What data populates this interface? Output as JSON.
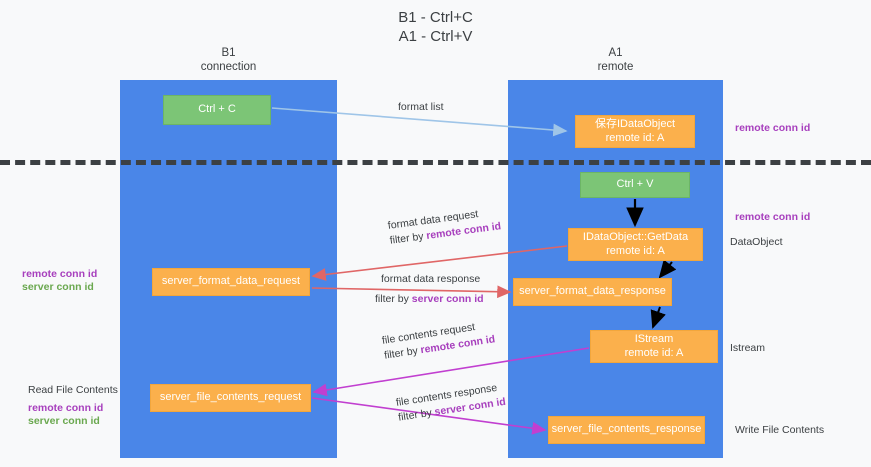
{
  "title": {
    "line1": "B1 - Ctrl+C",
    "line2": "A1 - Ctrl+V"
  },
  "columns": {
    "left": {
      "name": "B1",
      "role": "connection"
    },
    "right": {
      "name": "A1",
      "role": "remote"
    }
  },
  "nodes": {
    "ctrl_c": {
      "label": "Ctrl + C",
      "color": "#7cc576"
    },
    "idataobject": {
      "line1": "保存IDataObject",
      "line2": "remote id: A",
      "color": "#fbb04c"
    },
    "ctrl_v": {
      "label": "Ctrl + V",
      "color": "#7cc576"
    },
    "getdata": {
      "line1": "IDataObject::GetData",
      "line2": "remote id: A",
      "color": "#fbb04c"
    },
    "server_format_data_request": {
      "label": "server_format_data_request",
      "color": "#fbb04c"
    },
    "server_format_data_response": {
      "label": "server_format_data_response",
      "color": "#fbb04c"
    },
    "istream": {
      "line1": "IStream",
      "line2": "remote id: A",
      "color": "#fbb04c"
    },
    "server_file_contents_request": {
      "label": "server_file_contents_request",
      "color": "#fbb04c"
    },
    "server_file_contents_response": {
      "label": "server_file_contents_response",
      "color": "#fbb04c"
    }
  },
  "arrow_labels": {
    "format_list": "format list",
    "format_data_request": "format data request",
    "format_data_request_filter_prefix": "filter by ",
    "format_data_request_filter_key": "remote conn id",
    "format_data_response": "format data response",
    "format_data_response_filter_prefix": "filter by ",
    "format_data_response_filter_key": "server conn id",
    "file_contents_request": "file contents request",
    "file_contents_request_filter_prefix": "filter by ",
    "file_contents_request_filter_key": "remote conn id",
    "file_contents_response": "file contents response",
    "file_contents_response_filter_prefix": "filter by ",
    "file_contents_response_filter_key": "server conn id"
  },
  "side_labels": {
    "right_remote_conn_id_top": "remote conn id",
    "right_remote_conn_id_mid": "remote conn id",
    "right_dataobject": "DataObject",
    "right_istream": "Istream",
    "right_write_file_contents": "Write File Contents",
    "left_remote_conn_id_mid": "remote conn id",
    "left_server_conn_id_mid": "server conn id",
    "left_read_file_contents": "Read File Contents",
    "left_remote_conn_id_bottom": "remote conn id",
    "left_server_conn_id_bottom": "server conn id"
  },
  "colors": {
    "column_blue": "#4a86e8",
    "node_green": "#7cc576",
    "node_orange": "#fbb04c",
    "purple": "#a73fbd",
    "green_text": "#6aa84f",
    "arrow_blue": "#9fc5e8",
    "arrow_red": "#e06666",
    "arrow_magenta": "#c13fd0",
    "divider": "#3c4043",
    "background": "#f8f9fa"
  }
}
